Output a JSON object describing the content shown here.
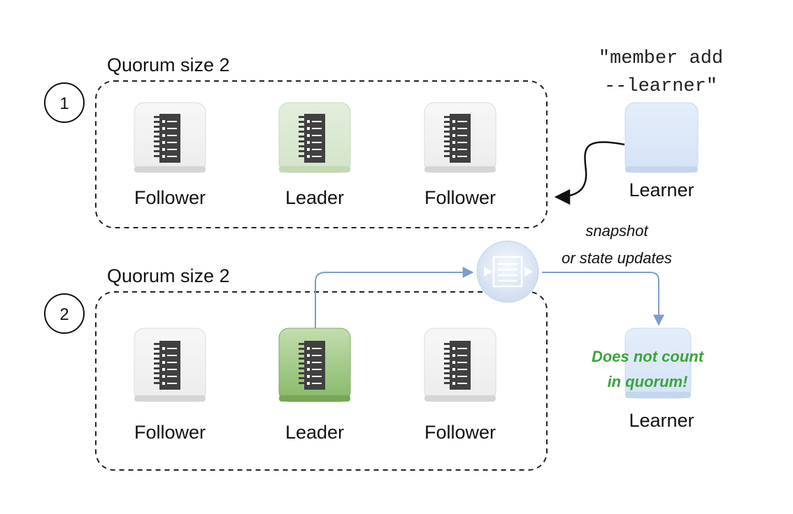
{
  "phase1": {
    "step": "1",
    "title": "Quorum size 2",
    "nodes": [
      "Follower",
      "Leader",
      "Follower"
    ],
    "learner": "Learner",
    "command_line1": "\"member add",
    "command_line2": "--learner\""
  },
  "phase2": {
    "step": "2",
    "title": "Quorum size 2",
    "nodes": [
      "Follower",
      "Leader",
      "Follower"
    ],
    "learner": "Learner",
    "sync_note_line1": "snapshot",
    "sync_note_line2": "or state updates",
    "warning_line1": "Does not count",
    "warning_line2": "in quorum!"
  },
  "colors": {
    "leader_phase1": "#dce9d4",
    "leader_phase2": "#8fbf6e",
    "follower": "#f2f2f2",
    "learner": "#dbe8f8",
    "arrow": "#7f9ccc",
    "warning": "#3aa53a",
    "icon": "#404040"
  },
  "icons": {
    "node": "log-document-icon",
    "message": "message-envelope-icon"
  }
}
